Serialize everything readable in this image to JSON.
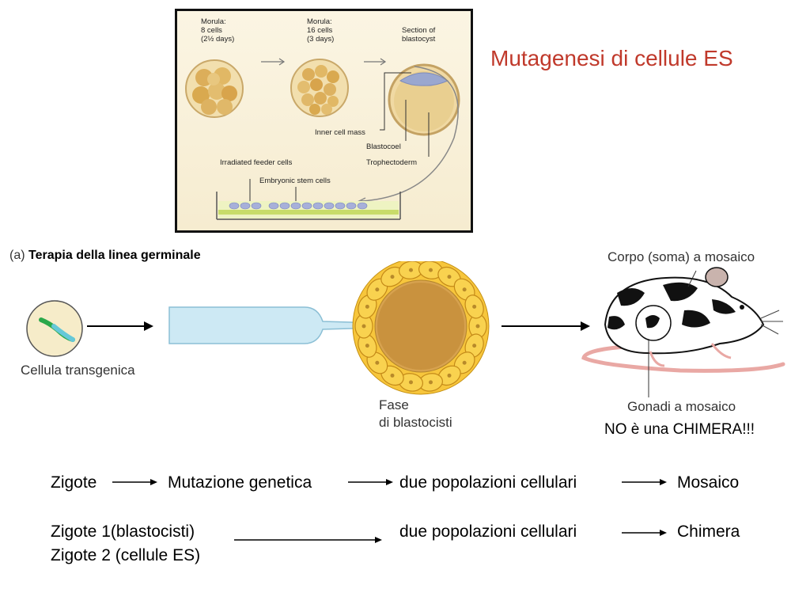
{
  "slide_title": "Mutagenesi di cellule ES",
  "top_figure": {
    "stage1": "Morula:\n8 cells\n(2½ days)",
    "stage2": "Morula:\n16 cells\n(3 days)",
    "stage3": "Section of\nblastocyst",
    "inner_cell_mass": "Inner cell mass",
    "blastocoel": "Blastocoel",
    "trophectoderm": "Trophectoderm",
    "feeder_cells": "Irradiated feeder cells",
    "es_cells": "Embryonic stem cells"
  },
  "germline_figure": {
    "panel_letter": "(a)",
    "panel_title": "Terapia della linea germinale",
    "transgenic_cell": "Cellula transgenica",
    "blastocyst_line1": "Fase",
    "blastocyst_line2": "di blastocisti",
    "mosaic_body": "Corpo (soma) a mosaico",
    "mosaic_gonads": "Gonadi a mosaico"
  },
  "note": "NO è una CHIMERA!!!",
  "sequence1": {
    "zygote": "Zigote",
    "mutation": "Mutazione genetica",
    "populations": "due popolazioni cellulari",
    "result": "Mosaico"
  },
  "sequence2": {
    "zygote1": "Zigote 1(blastocisti)",
    "zygote2": "Zigote 2 (cellule ES)",
    "populations": "due popolazioni cellulari",
    "result": "Chimera"
  }
}
